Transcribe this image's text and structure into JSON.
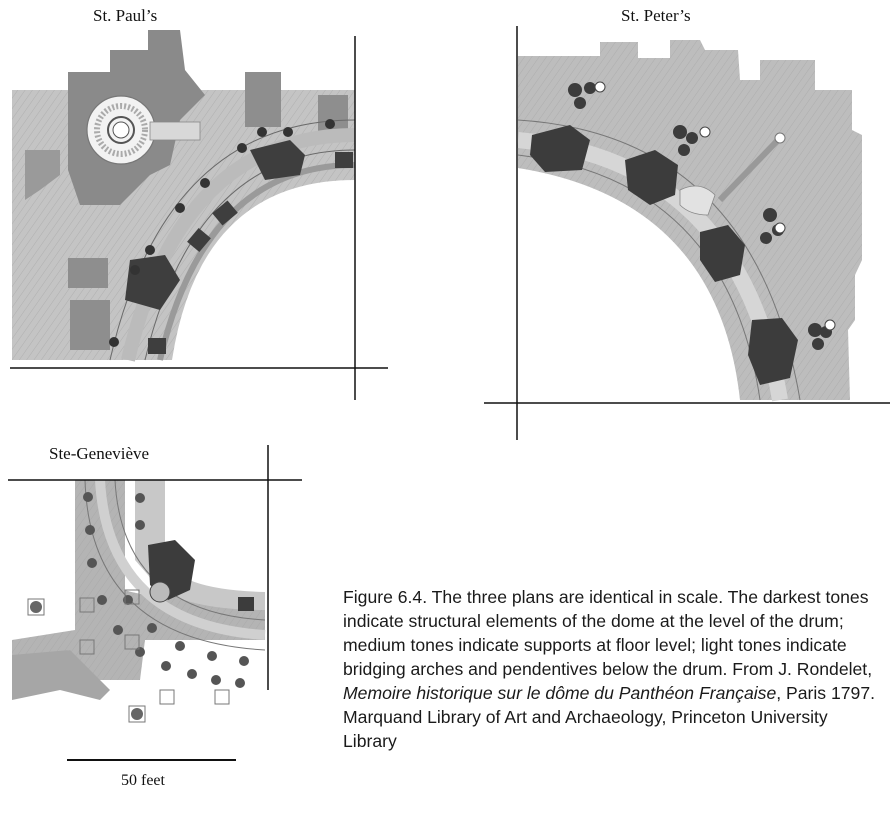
{
  "figure": {
    "plans": [
      {
        "id": "st-pauls",
        "label": "St. Paul’s"
      },
      {
        "id": "st-peters",
        "label": "St. Peter’s"
      },
      {
        "id": "ste-genevieve",
        "label": "Ste-Geneviève"
      }
    ],
    "scale_label": "50 feet",
    "caption": {
      "pre": "Figure 6.4. The three plans are identical in scale. The darkest tones indicate structural elements of the dome at the level of the drum; medium tones indicate supports at floor level; light tones indicate bridging arches and pendentives below the drum. From J. Rondelet, ",
      "title_italic": "Memoire historique sur le dôme du Panthéon Française",
      "post": ", Paris 1797. Marquand Library of Art and Archaeology, Princeton University Library"
    },
    "tones": {
      "dark": "#4a4a4a",
      "medium": "#8c8c8c",
      "light": "#c2c2c2",
      "paper": "#ffffff",
      "line": "#111111"
    }
  }
}
